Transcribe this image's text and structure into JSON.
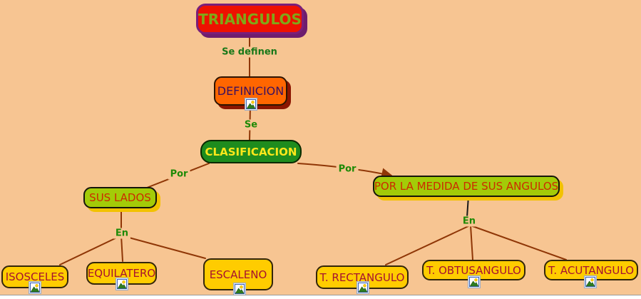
{
  "diagram": {
    "type": "concept-map",
    "topic": "TRIANGULOS",
    "background_color": "#F7C592"
  },
  "nodes": {
    "triangulos": {
      "label": "TRIANGULOS",
      "bg": "#EE1100",
      "border": "#7A1F7A",
      "text_color": "#7FA818",
      "shadow": "#6E1D6E"
    },
    "definicion": {
      "label": "DEFINICION",
      "bg": "#FF6600",
      "border": "#2E1400",
      "text_color": "#3A1060",
      "shadow": "#8B1500"
    },
    "clasificacion": {
      "label": "CLASIFICACION",
      "bg": "#1E8C1E",
      "border": "#0A2A00",
      "text_color": "#FFE81A",
      "shadow": ""
    },
    "sus_lados": {
      "label": "SUS LADOS",
      "bg": "#A3CB08",
      "border": "#15150A",
      "text_color": "#CC2B00",
      "shadow": "#F2C200"
    },
    "por_la_medida": {
      "label": "POR LA MEDIDA DE SUS ANGULOS",
      "bg": "#A3CB08",
      "border": "#15150A",
      "text_color": "#CC2B00",
      "shadow": "#F2C200"
    },
    "isosceles": {
      "label": "ISOSCELES",
      "bg": "#FFCC00",
      "border": "#33260A",
      "text_color": "#A61230",
      "shadow": ""
    },
    "equilatero": {
      "label": "EQUILATERO",
      "bg": "#FFCC00",
      "border": "#33260A",
      "text_color": "#A61230",
      "shadow": ""
    },
    "escaleno": {
      "label": "ESCALENO",
      "bg": "#FFCC00",
      "border": "#33260A",
      "text_color": "#A61230",
      "shadow": ""
    },
    "t_rectangulo": {
      "label": "T. RECTANGULO",
      "bg": "#FFCC00",
      "border": "#33260A",
      "text_color": "#A61230",
      "shadow": ""
    },
    "t_obtusangulo": {
      "label": "T. OBTUSANGULO",
      "bg": "#FFCC00",
      "border": "#33260A",
      "text_color": "#A61230",
      "shadow": ""
    },
    "t_acutangulo": {
      "label": "T. ACUTANGULO",
      "bg": "#FFCC00",
      "border": "#33260A",
      "text_color": "#A61230",
      "shadow": ""
    }
  },
  "linking_phrases": {
    "se_definen": "Se definen",
    "se": "Se",
    "por_left": "Por",
    "por_right": "Por",
    "en_left": "En",
    "en_right": "En"
  },
  "connections": [
    {
      "from": "triangulos",
      "phrase": "se_definen",
      "to": "definicion"
    },
    {
      "from": "definicion",
      "phrase": "se",
      "to": "clasificacion"
    },
    {
      "from": "clasificacion",
      "phrase": "por_left",
      "to": "sus_lados"
    },
    {
      "from": "clasificacion",
      "phrase": "por_right",
      "to": "por_la_medida",
      "arrowhead": true
    },
    {
      "from": "sus_lados",
      "phrase": "en_left",
      "to": "isosceles, equilatero, escaleno"
    },
    {
      "from": "por_la_medida",
      "phrase": "en_right",
      "to": "t_rectangulo, t_obtusangulo, t_acutangulo"
    }
  ],
  "colors": {
    "line_brown": "#8F3606",
    "line_black": "#1A1A1A",
    "phrase_green": "#1E8A06",
    "footer_strip": "#FFFFFF"
  },
  "icons": {
    "resource_icon_name": "image-resource-icon"
  }
}
